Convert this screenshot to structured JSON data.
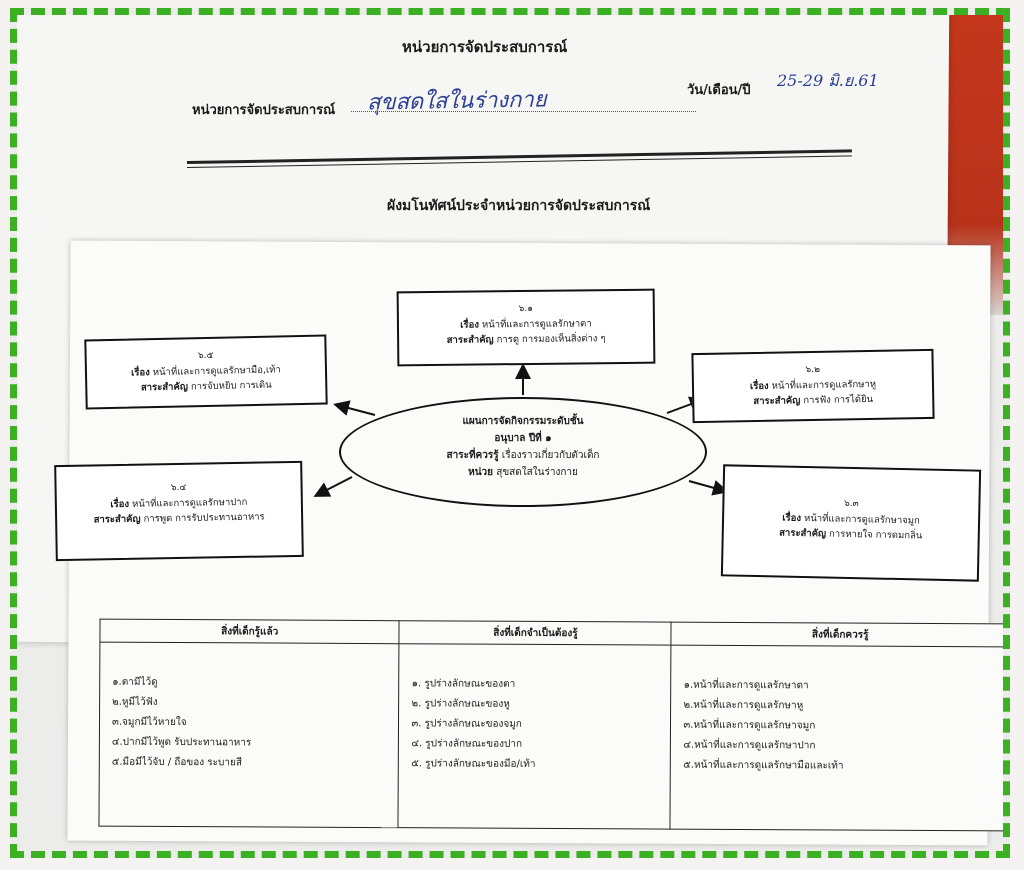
{
  "header": {
    "title": "หน่วยการจัดประสบการณ์",
    "unit_label": "หน่วยการจัดประสบการณ์",
    "unit_value": "สุขสดใสในร่างกาย",
    "date_label": "วัน/เดือน/ปี",
    "date_value": "25-29 มิ.ย.61",
    "subtitle": "ผังมโนทัศน์ประจำหน่วยการจัดประสบการณ์"
  },
  "center": {
    "line1": "แผนการจัดกิจกรรมระดับชั้น",
    "line2": "อนุบาล ปีที่ ๑",
    "line3_label": "สาระที่ควรรู้",
    "line3_text": "เรื่องราวเกี่ยวกับตัวเด็ก",
    "line4_label": "หน่วย",
    "line4_text": "สุขสดใสในร่างกาย"
  },
  "boxes": {
    "b1": {
      "num": "๖.๑",
      "topic_label": "เรื่อง",
      "topic": "หน้าที่และการดูแลรักษาตา",
      "essence_label": "สาระสำคัญ",
      "essence": "การดู การมองเห็นสิ่งต่าง ๆ"
    },
    "b2": {
      "num": "๖.๒",
      "topic_label": "เรื่อง",
      "topic": "หน้าที่และการดูแลรักษาหู",
      "essence_label": "สาระสำคัญ",
      "essence": "การฟัง การได้ยิน"
    },
    "b3": {
      "num": "๖.๓",
      "topic_label": "เรื่อง",
      "topic": "หน้าที่และการดูแลรักษาจมูก",
      "essence_label": "สาระสำคัญ",
      "essence": "การหายใจ การดมกลิ่น"
    },
    "b4": {
      "num": "๖.๔",
      "topic_label": "เรื่อง",
      "topic": "หน้าที่และการดูแลรักษาปาก",
      "essence_label": "สาระสำคัญ",
      "essence": "การพูด การรับประทานอาหาร"
    },
    "b5": {
      "num": "๖.๕",
      "topic_label": "เรื่อง",
      "topic": "หน้าที่และการดูแลรักษามือ,เท้า",
      "essence_label": "สาระสำคัญ",
      "essence": "การจับหยิบ การเดิน"
    }
  },
  "table": {
    "headers": [
      "สิ่งที่เด็กรู้แล้ว",
      "สิ่งที่เด็กจำเป็นต้องรู้",
      "สิ่งที่เด็กควรรู้"
    ],
    "col1": [
      "๑.ตามีไว้ดู",
      "๒.หูมีไว้ฟัง",
      "๓.จมูกมีไว้หายใจ",
      "๔.ปากมีไว้พูด รับประทานอาหาร",
      "๕.มือมีไว้จับ / ถือของ ระบายสี"
    ],
    "col2": [
      "๑. รูปร่างลักษณะของตา",
      "๒. รูปร่างลักษณะของหู",
      "๓. รูปร่างลักษณะของจมูก",
      "๔. รูปร่างลักษณะของปาก",
      "๕. รูปร่างลักษณะของมือ/เท้า"
    ],
    "col3": [
      "๑.หน้าที่และการดูแลรักษาตา",
      "๒.หน้าที่และการดูแลรักษาหู",
      "๓.หน้าที่และการดูแลรักษาจมูก",
      "๔.หน้าที่และการดูแลรักษาปาก",
      "๕.หน้าที่และการดูแลรักษามือและเท้า"
    ]
  },
  "colors": {
    "frame": "#3cb023",
    "ink": "#2a3e93",
    "surface": "#c4371c"
  }
}
